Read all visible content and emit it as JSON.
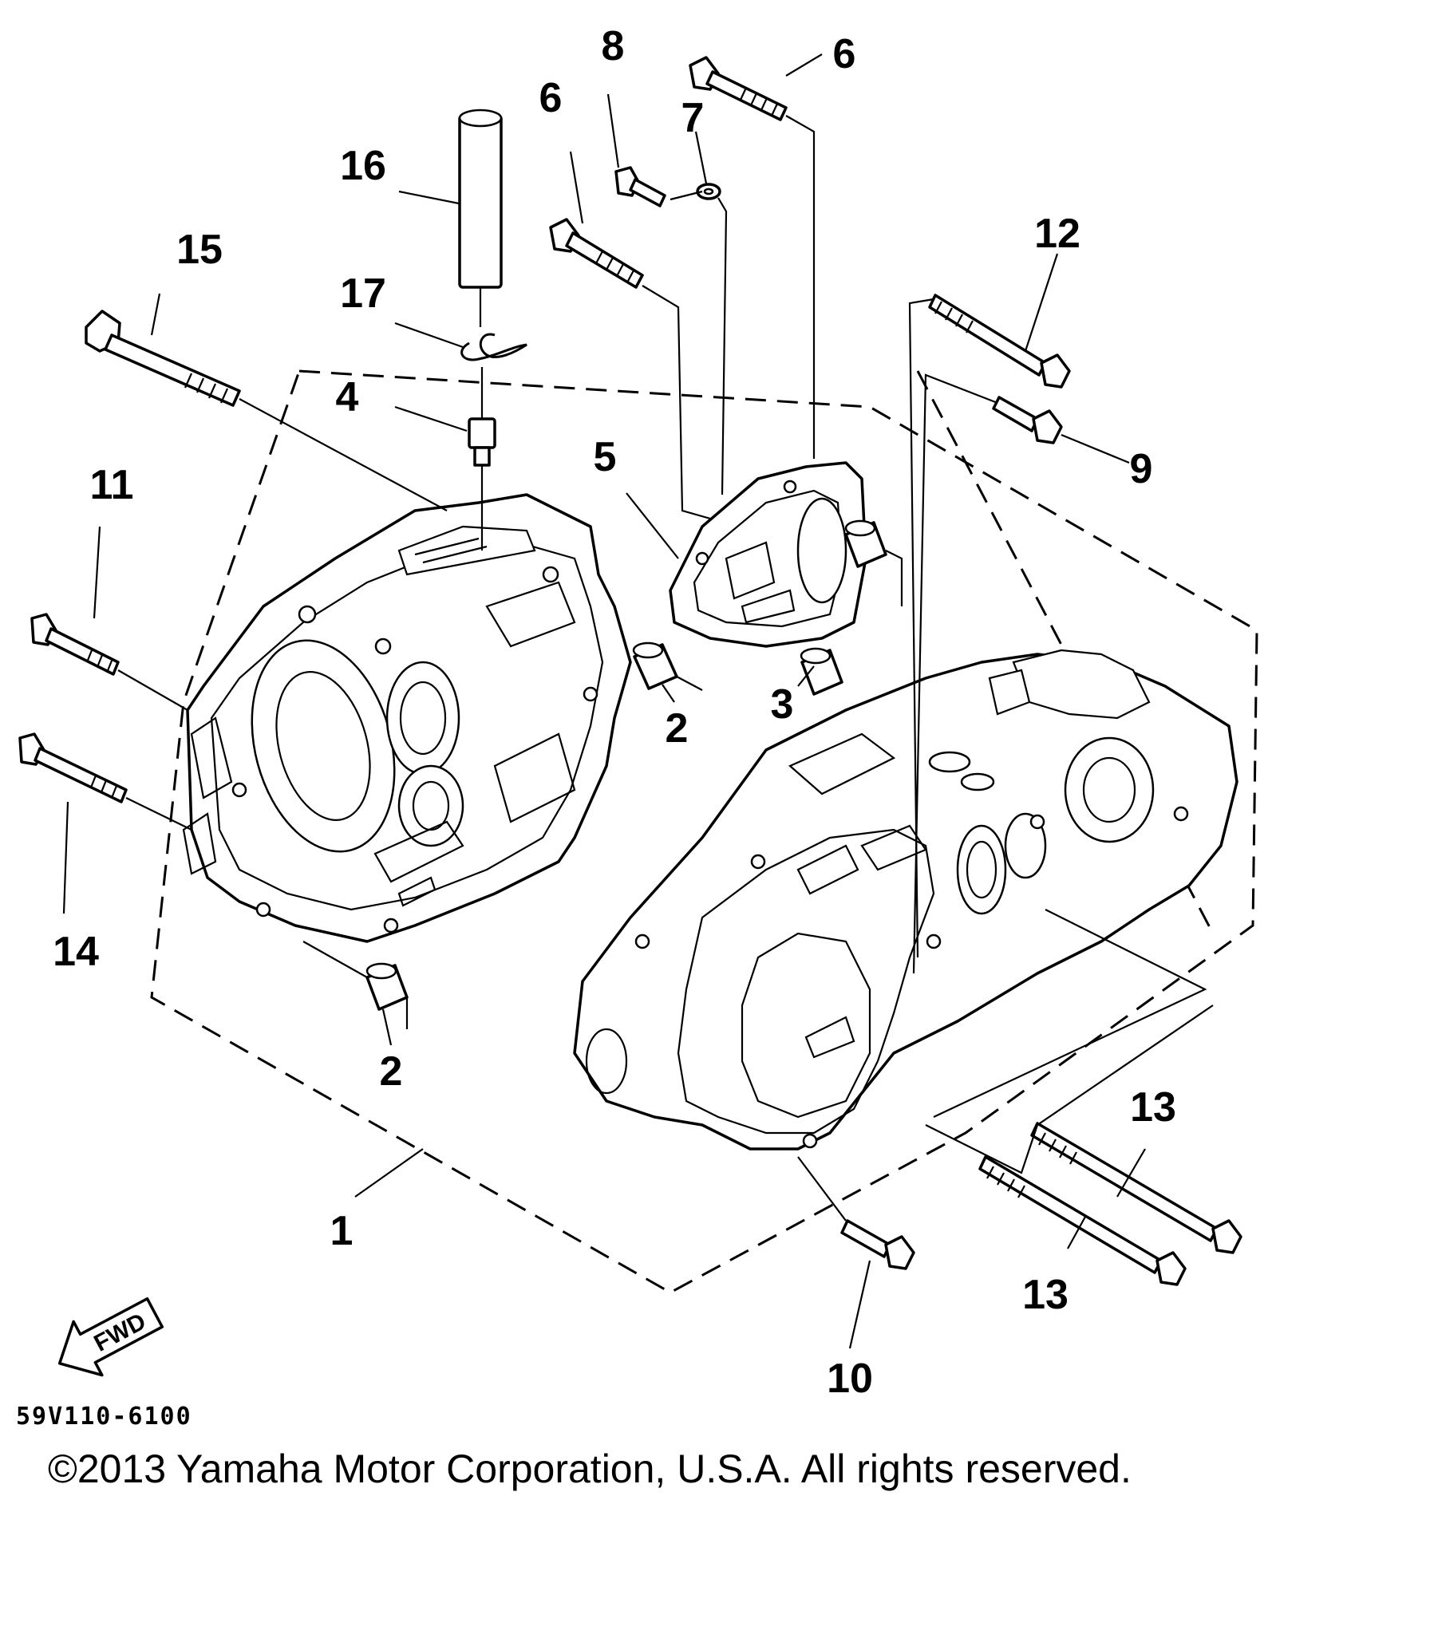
{
  "callouts": {
    "c1": "1",
    "c2a": "2",
    "c2b": "2",
    "c3": "3",
    "c4": "4",
    "c5": "5",
    "c6a": "6",
    "c6b": "6",
    "c7": "7",
    "c8": "8",
    "c9": "9",
    "c10": "10",
    "c11": "11",
    "c12": "12",
    "c13a": "13",
    "c13b": "13",
    "c14": "14",
    "c15": "15",
    "c16": "16",
    "c17": "17"
  },
  "fwd_arrow": {
    "label": "FWD"
  },
  "diagram_code": "59V110-6100",
  "copyright": "©2013 Yamaha Motor Corporation, U.S.A. All rights reserved."
}
